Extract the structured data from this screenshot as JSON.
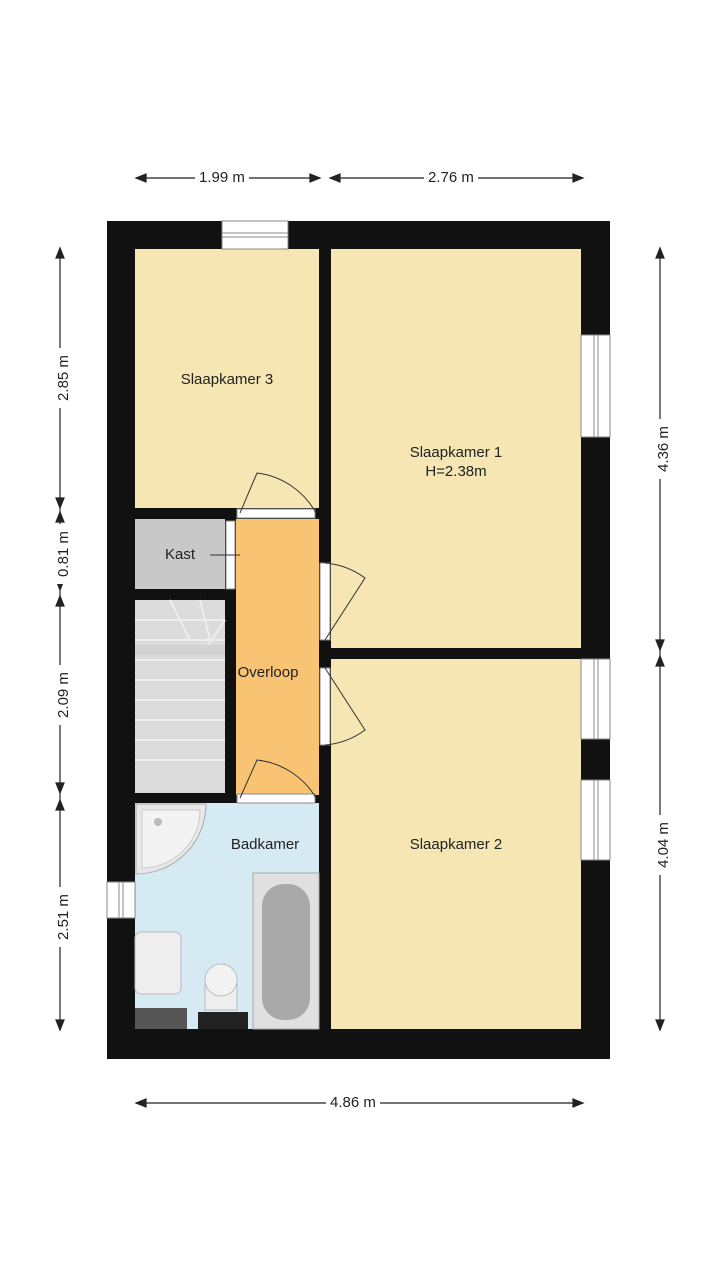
{
  "rooms": {
    "slaapkamer3": "Slaapkamer 3",
    "slaapkamer1": "Slaapkamer 1",
    "slaapkamer1_height": "H=2.38m",
    "kast": "Kast",
    "overloop": "Overloop",
    "badkamer": "Badkamer",
    "slaapkamer2": "Slaapkamer 2"
  },
  "dimensions": {
    "top_left": "1.99 m",
    "top_right": "2.76 m",
    "bottom": "4.86 m",
    "left_1": "2.85 m",
    "left_2": "0.81 m",
    "left_3": "2.09 m",
    "left_4": "2.51 m",
    "right_1": "4.36 m",
    "right_2": "4.04 m"
  },
  "colors": {
    "wall": "#111111",
    "bedroom": "#f5e6b4",
    "hall": "#f8c373",
    "storage": "#c8c8c8",
    "bathroom": "#d6eaf3",
    "stairs": "#dcdcdc"
  }
}
